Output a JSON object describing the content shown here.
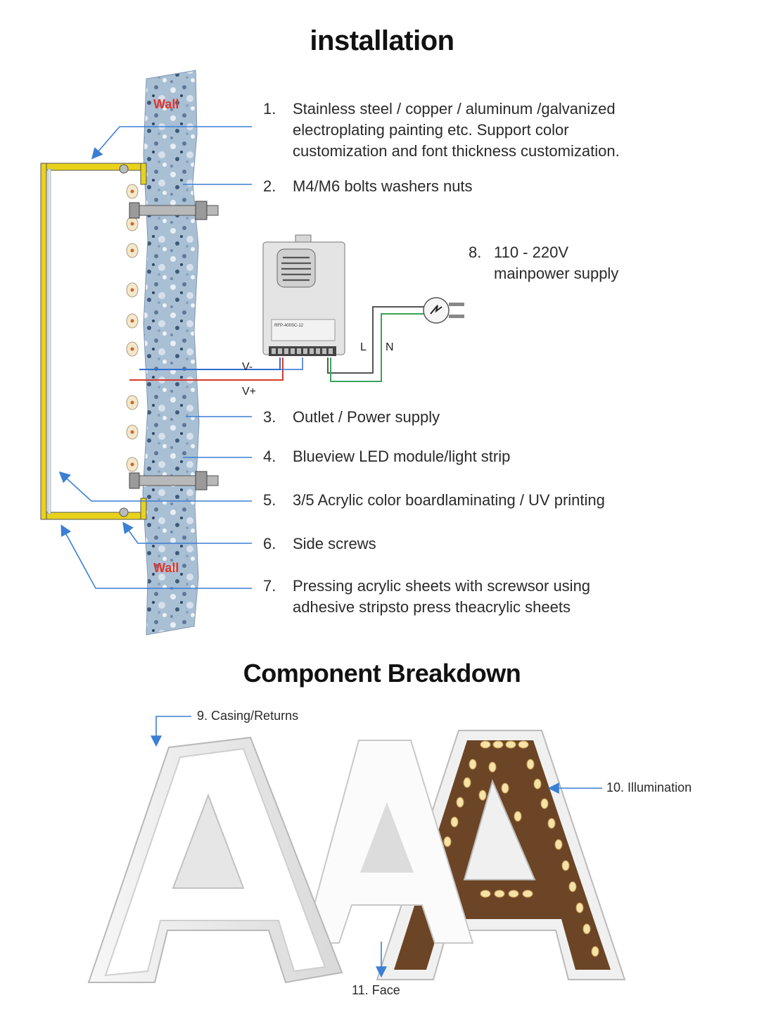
{
  "titles": {
    "installation": "installation",
    "breakdown": "Component Breakdown"
  },
  "wall_labels": [
    "Wall",
    "Wall"
  ],
  "psu": {
    "model": "RFP-400SC-12",
    "wire_labels": {
      "l": "L",
      "n": "N",
      "vneg": "V-",
      "vpos": "V+"
    }
  },
  "items": [
    {
      "num": "1.",
      "lines": [
        "Stainless steel / copper / aluminum /galvanized",
        "electroplating painting etc. Support color",
        "customization and font thickness customization."
      ]
    },
    {
      "num": "2.",
      "lines": [
        "M4/M6 bolts washers nuts"
      ]
    },
    {
      "num": "3.",
      "lines": [
        "Outlet / Power supply"
      ]
    },
    {
      "num": "4.",
      "lines": [
        "Blueview LED module/light strip"
      ]
    },
    {
      "num": "5.",
      "lines": [
        "3/5 Acrylic color boardlaminating / UV printing"
      ]
    },
    {
      "num": "6.",
      "lines": [
        "Side screws"
      ]
    },
    {
      "num": "7.",
      "lines": [
        "Pressing acrylic sheets with screwsor using",
        "adhesive stripsto press theacrylic sheets"
      ]
    },
    {
      "num": "8.",
      "lines": [
        "110 - 220V",
        "mainpower supply"
      ]
    }
  ],
  "components": [
    {
      "num": "9.",
      "label": "Casing/Returns"
    },
    {
      "num": "10.",
      "label": "Illumination"
    },
    {
      "num": "11.",
      "label": "Face"
    }
  ],
  "colors": {
    "leader": "#3b7fd4",
    "wall": "#9fb6cc",
    "frame": "#e8d21a",
    "wire_red": "#d63a2a",
    "wire_green": "#3aa35a",
    "wire_blue": "#2f6fd0",
    "letter_back": "#6b4526",
    "bulb": "#f7e3a8"
  }
}
